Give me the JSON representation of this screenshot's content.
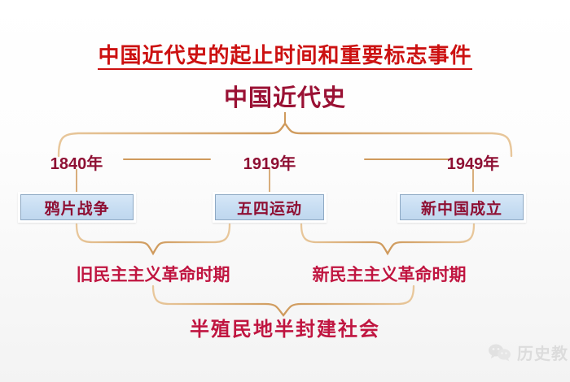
{
  "slide": {
    "title": "中国近代史的起止时间和重要标志事件",
    "subtitle": "中国近代史"
  },
  "timeline": {
    "years": [
      {
        "label": "1840年"
      },
      {
        "label": "1919年"
      },
      {
        "label": "1949年"
      }
    ],
    "events": [
      {
        "label": "鸦片战争"
      },
      {
        "label": "五四运动"
      },
      {
        "label": "新中国成立"
      }
    ]
  },
  "periods": [
    {
      "label": "旧民主主义革命时期"
    },
    {
      "label": "新民主主义革命时期"
    }
  ],
  "society": {
    "label": "半殖民地半封建社会"
  },
  "watermark": {
    "text": "历史教",
    "icon": "wechat-icon"
  },
  "colors": {
    "title_red": "#cc1111",
    "subtitle_crimson": "#9a1134",
    "year_crimson": "#8e0f33",
    "period_red": "#c01540",
    "brace_gold": "#d9a86a",
    "box_fill": "#c7ddf2",
    "box_border": "#8ea9c4",
    "background": "#f3f3f3"
  }
}
